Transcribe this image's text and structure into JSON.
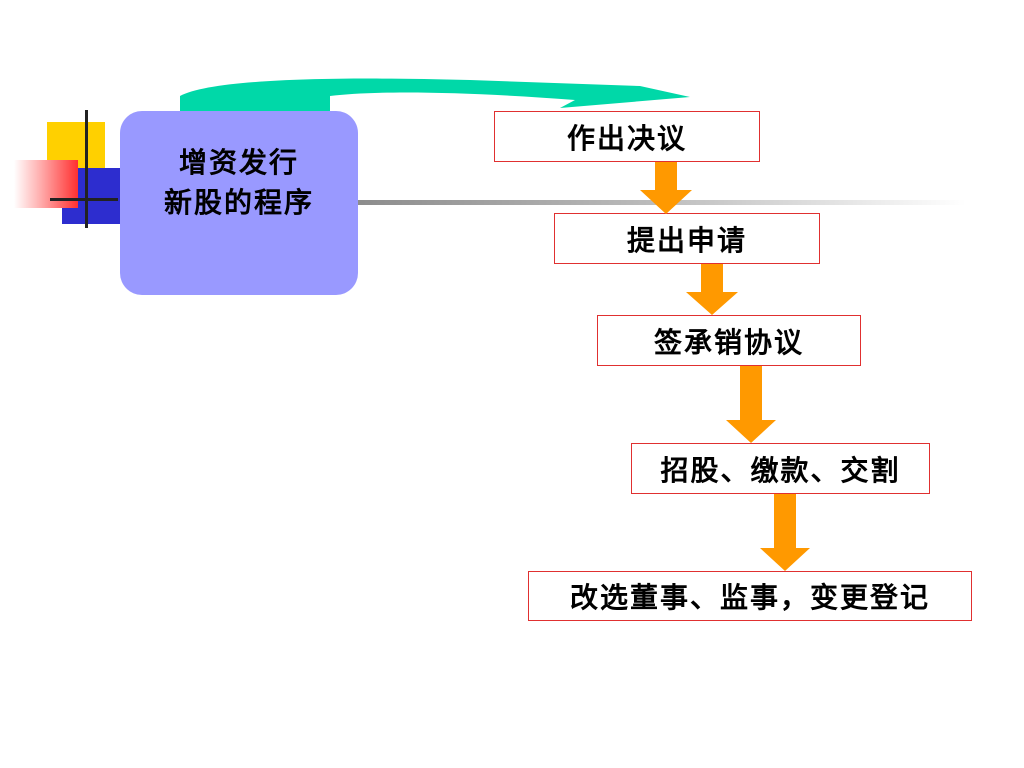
{
  "title": {
    "line1": "增资发行",
    "line2": "新股的程序"
  },
  "steps": [
    {
      "label": "作出决议"
    },
    {
      "label": "提出申请"
    },
    {
      "label": "签承销协议"
    },
    {
      "label": "招股、缴款、交割"
    },
    {
      "label": "改选董事、监事，变更登记"
    }
  ],
  "colors": {
    "title_box": "#9999ff",
    "step_border": "#e03030",
    "flow_arrow": "#ff9900",
    "curved_arrow": "#00d8a8",
    "deco_yellow": "#ffd000",
    "deco_blue": "#2d2dcf",
    "deco_red": "#ff3030"
  }
}
